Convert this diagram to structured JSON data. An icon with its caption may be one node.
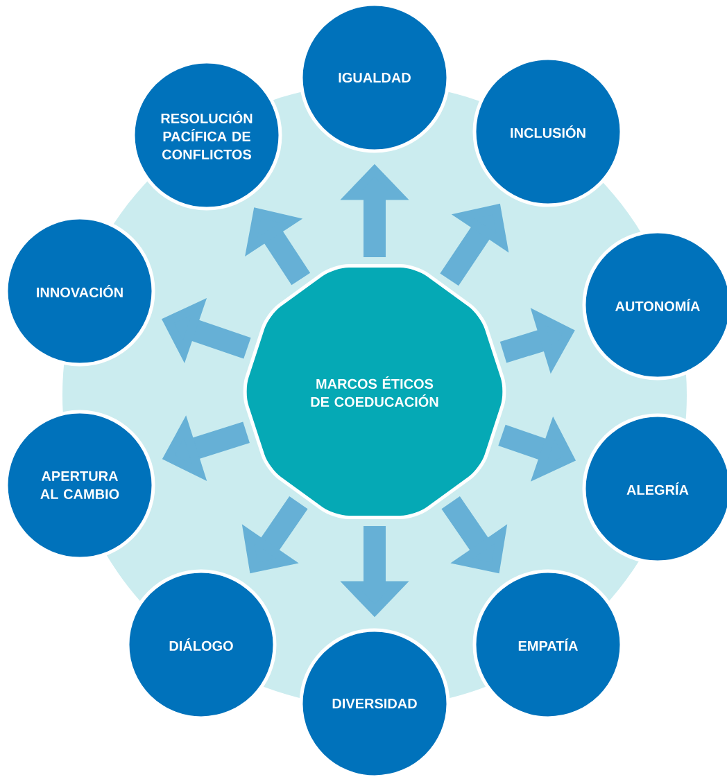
{
  "diagram": {
    "nodes": [
      {
        "text": [
          "MARCOS ÉTICOS DE COEDUCACIÓN"
        ]
      },
      {
        "text": [
          "IGUALDAD"
        ]
      },
      {
        "text": [
          "INCLUSIÓN"
        ]
      },
      {
        "text": [
          "AUTONOMÍA"
        ]
      },
      {
        "text": [
          "ALEGRÍA"
        ]
      },
      {
        "text": [
          "EMPATÍA"
        ]
      },
      {
        "text": [
          "DIVERSIDAD"
        ]
      },
      {
        "text": [
          "DIÁLOGO"
        ]
      },
      {
        "text": [
          "APERTURA AL CAMBIO"
        ]
      },
      {
        "text": [
          "INNOVACIÓN"
        ]
      },
      {
        "text": [
          "RESOLUCIÓN PACÍFICA DE CONFLICTOS"
        ]
      }
    ],
    "edges": [
      {
        "from": 0,
        "to": 1,
        "arrow": "to"
      },
      {
        "from": 0,
        "to": 2,
        "arrow": "to"
      },
      {
        "from": 0,
        "to": 3,
        "arrow": "to"
      },
      {
        "from": 0,
        "to": 4,
        "arrow": "to"
      },
      {
        "from": 0,
        "to": 5,
        "arrow": "to"
      },
      {
        "from": 0,
        "to": 6,
        "arrow": "to"
      },
      {
        "from": 0,
        "to": 7,
        "arrow": "to"
      },
      {
        "from": 0,
        "to": 8,
        "arrow": "to"
      },
      {
        "from": 0,
        "to": 9,
        "arrow": "to"
      },
      {
        "from": 0,
        "to": 10,
        "arrow": "to"
      }
    ]
  }
}
